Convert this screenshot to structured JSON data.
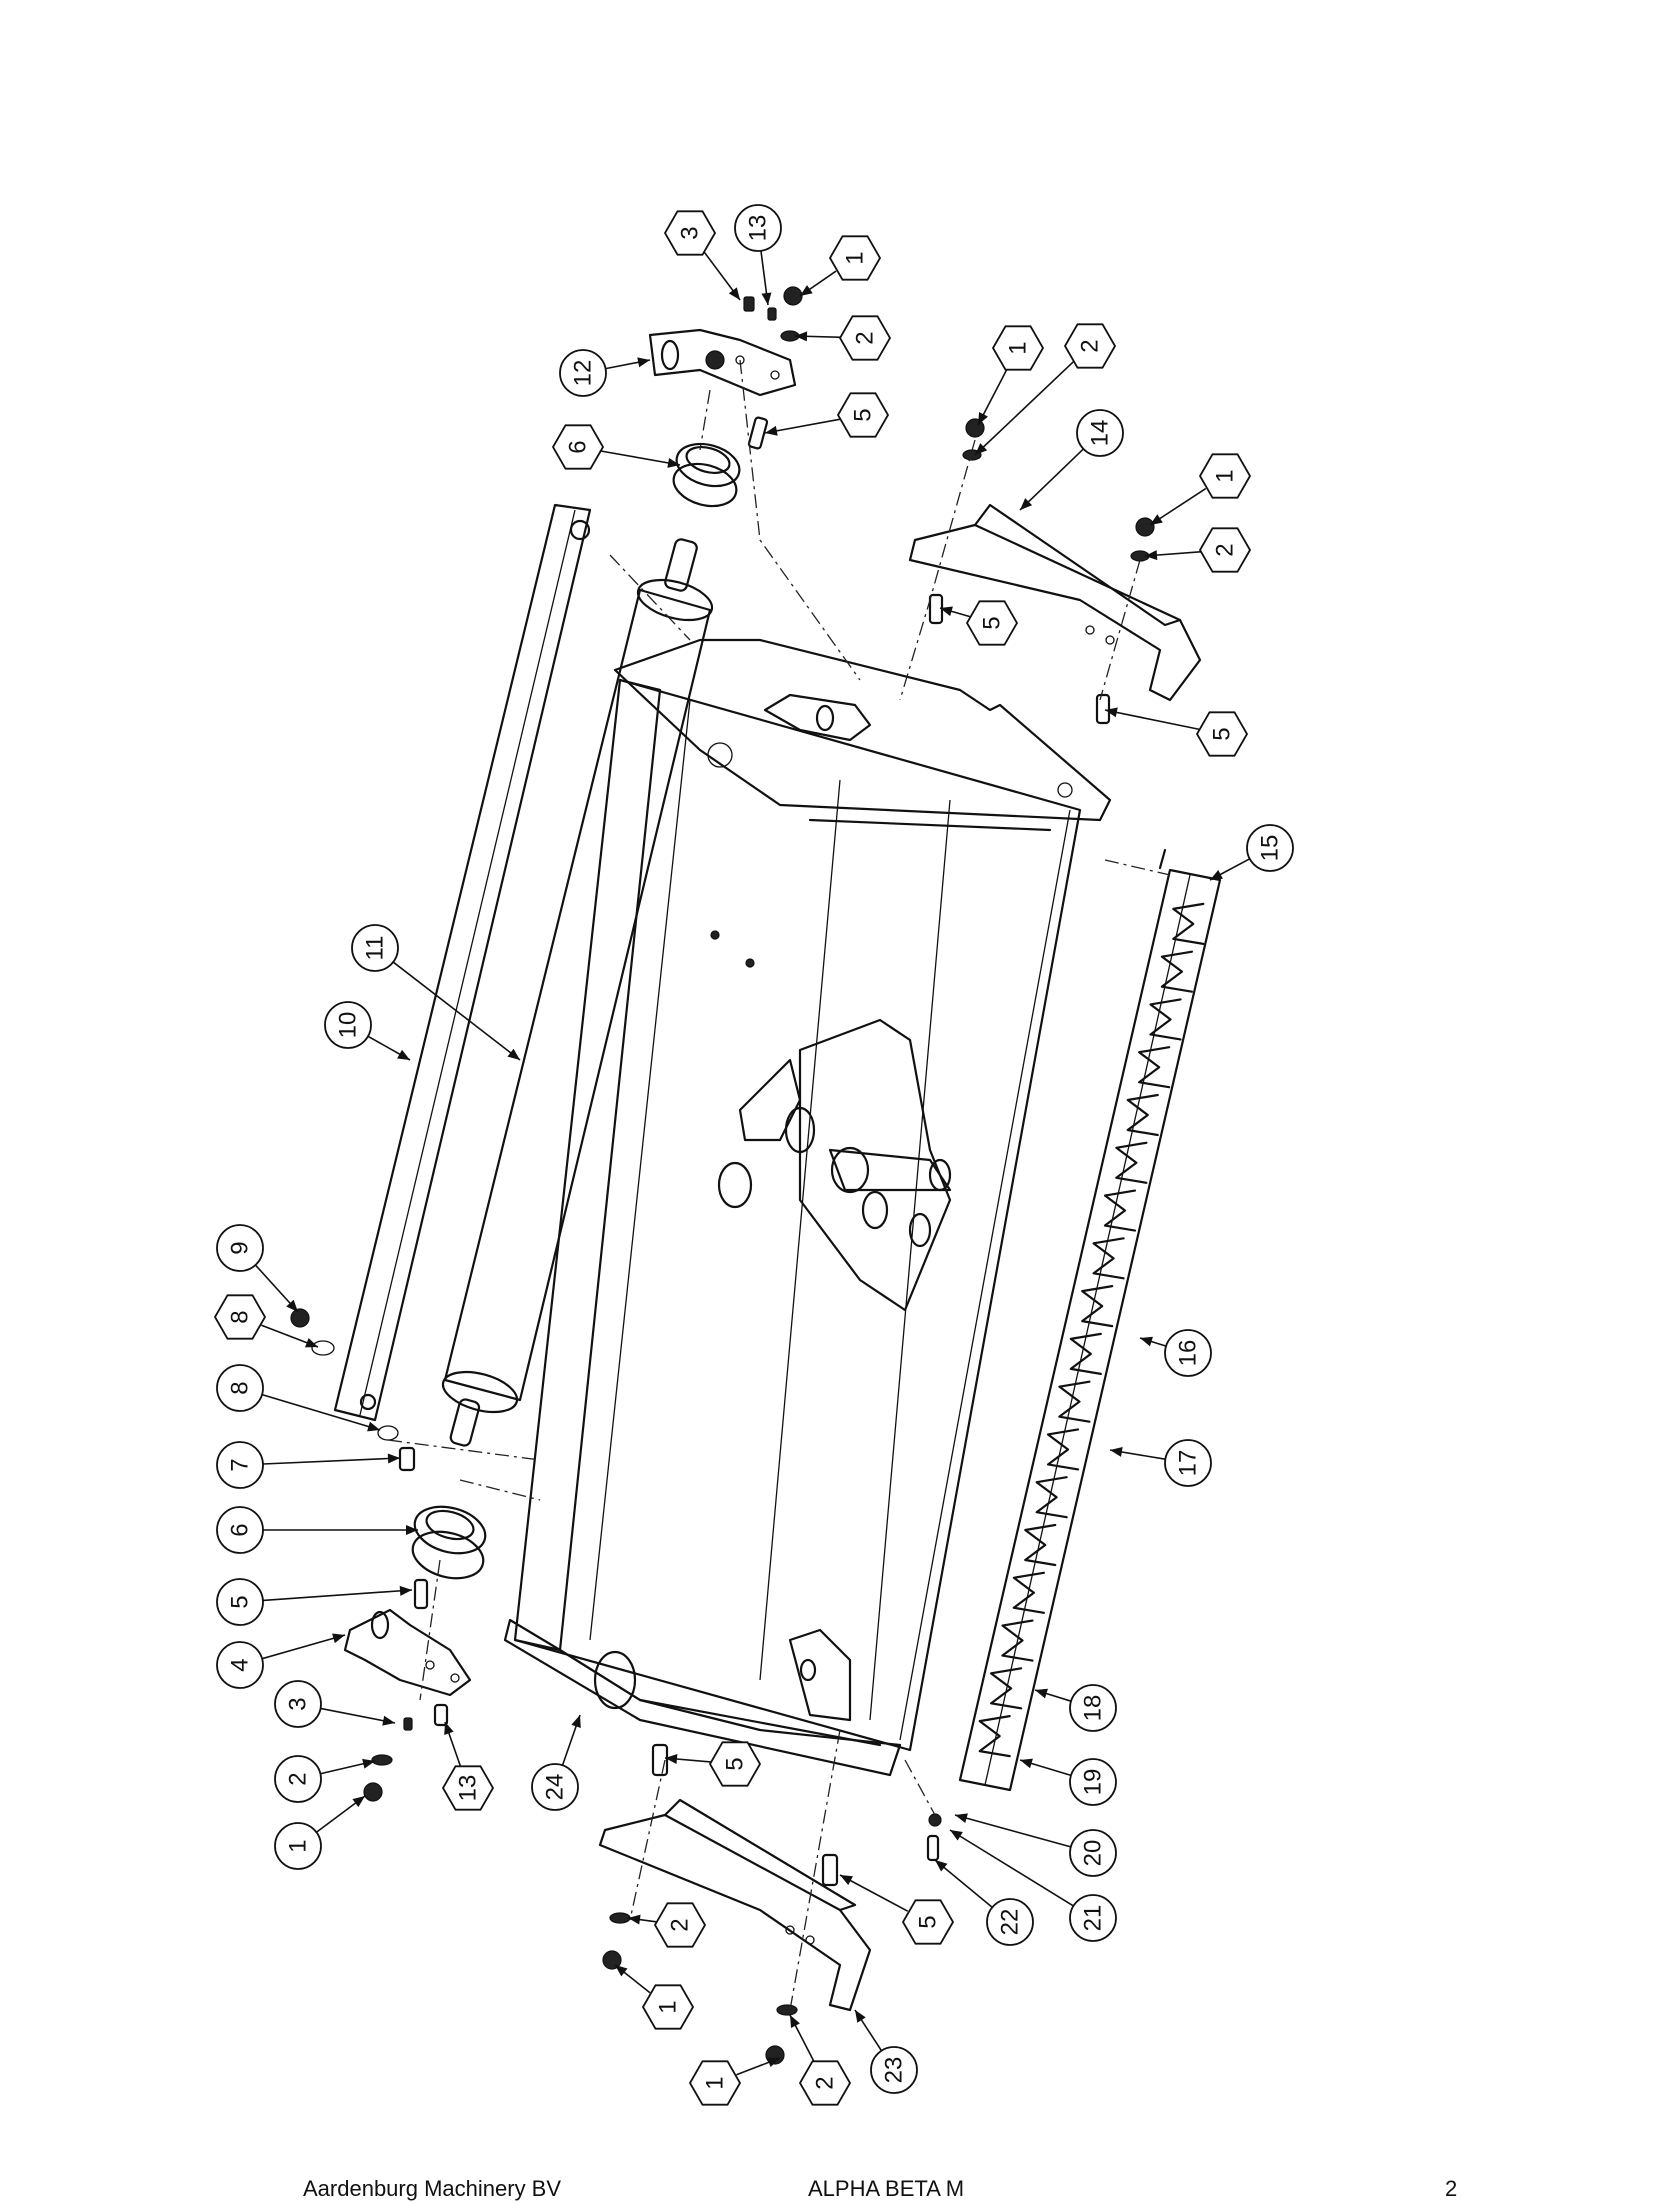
{
  "footer": {
    "company": "Aardenburg Machinery BV",
    "model": "ALPHA BETA M",
    "page_number": "2"
  },
  "callouts": [
    {
      "label": "3",
      "shape": "hexagon"
    },
    {
      "label": "13",
      "shape": "circle"
    },
    {
      "label": "1",
      "shape": "hexagon"
    },
    {
      "label": "2",
      "shape": "hexagon"
    },
    {
      "label": "12",
      "shape": "circle"
    },
    {
      "label": "5",
      "shape": "hexagon"
    },
    {
      "label": "6",
      "shape": "hexagon"
    },
    {
      "label": "1",
      "shape": "hexagon"
    },
    {
      "label": "2",
      "shape": "hexagon"
    },
    {
      "label": "14",
      "shape": "circle"
    },
    {
      "label": "1",
      "shape": "hexagon"
    },
    {
      "label": "2",
      "shape": "hexagon"
    },
    {
      "label": "5",
      "shape": "hexagon"
    },
    {
      "label": "5",
      "shape": "hexagon"
    },
    {
      "label": "15",
      "shape": "circle"
    },
    {
      "label": "11",
      "shape": "circle"
    },
    {
      "label": "10",
      "shape": "circle"
    },
    {
      "label": "9",
      "shape": "circle"
    },
    {
      "label": "8",
      "shape": "hexagon"
    },
    {
      "label": "8",
      "shape": "circle"
    },
    {
      "label": "7",
      "shape": "circle"
    },
    {
      "label": "6",
      "shape": "circle"
    },
    {
      "label": "5",
      "shape": "circle"
    },
    {
      "label": "4",
      "shape": "circle"
    },
    {
      "label": "3",
      "shape": "circle"
    },
    {
      "label": "2",
      "shape": "circle"
    },
    {
      "label": "1",
      "shape": "circle"
    },
    {
      "label": "13",
      "shape": "hexagon"
    },
    {
      "label": "24",
      "shape": "circle"
    },
    {
      "label": "5",
      "shape": "hexagon"
    },
    {
      "label": "16",
      "shape": "circle"
    },
    {
      "label": "17",
      "shape": "circle"
    },
    {
      "label": "18",
      "shape": "circle"
    },
    {
      "label": "19",
      "shape": "circle"
    },
    {
      "label": "20",
      "shape": "circle"
    },
    {
      "label": "21",
      "shape": "circle"
    },
    {
      "label": "22",
      "shape": "circle"
    },
    {
      "label": "5",
      "shape": "hexagon"
    },
    {
      "label": "2",
      "shape": "hexagon"
    },
    {
      "label": "1",
      "shape": "hexagon"
    },
    {
      "label": "23",
      "shape": "circle"
    },
    {
      "label": "2",
      "shape": "hexagon"
    },
    {
      "label": "1",
      "shape": "hexagon"
    }
  ]
}
